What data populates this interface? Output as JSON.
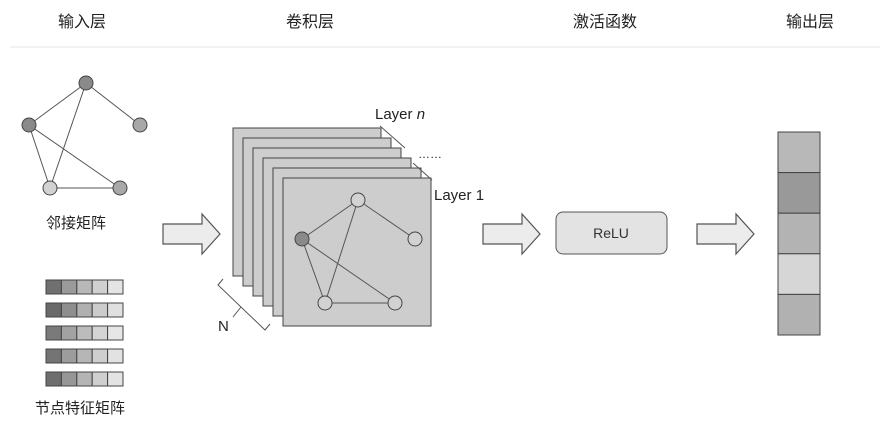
{
  "headers": {
    "input": "输入层",
    "conv": "卷积层",
    "activation": "激活函数",
    "output": "输出层"
  },
  "input_layer": {
    "adjacency_label": "邻接矩阵",
    "feature_label": "节点特征矩阵",
    "feature_rows": [
      [
        "#707070",
        "#9a9a9a",
        "#b8b8b8",
        "#d0d0d0",
        "#e4e4e4"
      ],
      [
        "#6a6a6a",
        "#8e8e8e",
        "#b0b0b0",
        "#cccccc",
        "#e0e0e0"
      ],
      [
        "#7a7a7a",
        "#a2a2a2",
        "#bcbcbc",
        "#d4d4d4",
        "#e6e6e6"
      ],
      [
        "#747474",
        "#9c9c9c",
        "#b6b6b6",
        "#cecece",
        "#e2e2e2"
      ],
      [
        "#6e6e6e",
        "#969696",
        "#b4b4b4",
        "#cfcfcf",
        "#e3e3e3"
      ]
    ]
  },
  "conv_layer": {
    "layer_n_prefix": "Layer ",
    "layer_n_var": "n",
    "ellipsis": "……",
    "layer_1": "Layer 1",
    "count_label": "N"
  },
  "activation": {
    "label": "ReLU"
  },
  "output_layer": {
    "cell_colors": [
      "#b8b8b8",
      "#999999",
      "#b3b3b3",
      "#d6d6d6",
      "#b1b1b1"
    ]
  },
  "colors": {
    "divider": "#e6e6e6",
    "layer_fill": "#cdcdcd",
    "relu_fill": "#e3e3e3",
    "arrow_fill": "#ececec",
    "node_dark": "#8a8a8a",
    "node_light": "#d2d2d2"
  }
}
